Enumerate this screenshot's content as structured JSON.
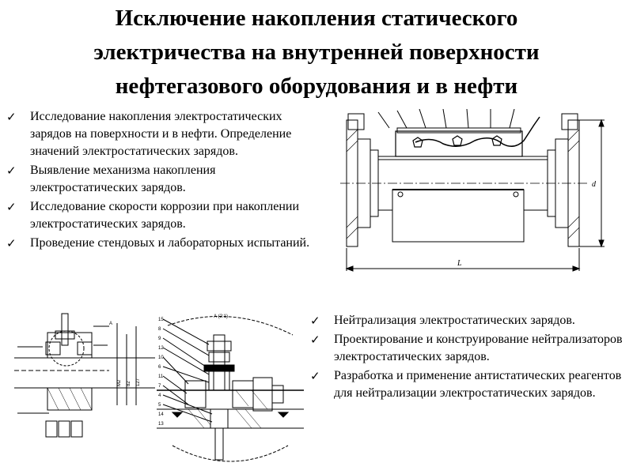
{
  "title": {
    "line1": "Исключение накопления статического",
    "line2": "электричества на внутренней поверхности",
    "line3": "нефтегазового оборудования и в нефти"
  },
  "bullet_icon": "check-mark-icon",
  "left_items": [
    {
      "text": "Исследование накопления электростатических зарядов на поверхности и в нефти. Определение значений электростатических зарядов."
    },
    {
      "text": "Выявление механизма накопления электростатических зарядов."
    },
    {
      "text": "Исследование скорости коррозии при накоплении электростатических зарядов."
    },
    {
      "text": "Проведение стендовых и лабораторных испытаний."
    }
  ],
  "right_items": [
    {
      "text": "Нейтрализация электростатических зарядов."
    },
    {
      "text": "Проектирование и конструирование нейтрализаторов электростатических зарядов."
    },
    {
      "text": "Разработка и применение антистатических реагентов для нейтрализации электростатических зарядов."
    }
  ],
  "drawing1": {
    "dim_length": "L",
    "dim_height": "d"
  },
  "drawing2": {
    "label_a": "А",
    "dims": [
      "М2",
      "82",
      "127"
    ]
  },
  "drawing3": {
    "view_label": "А (2:1)",
    "callouts": [
      "15",
      "8",
      "9",
      "12",
      "10",
      "6",
      "11",
      "7",
      "4",
      "5",
      "14",
      "13"
    ]
  }
}
